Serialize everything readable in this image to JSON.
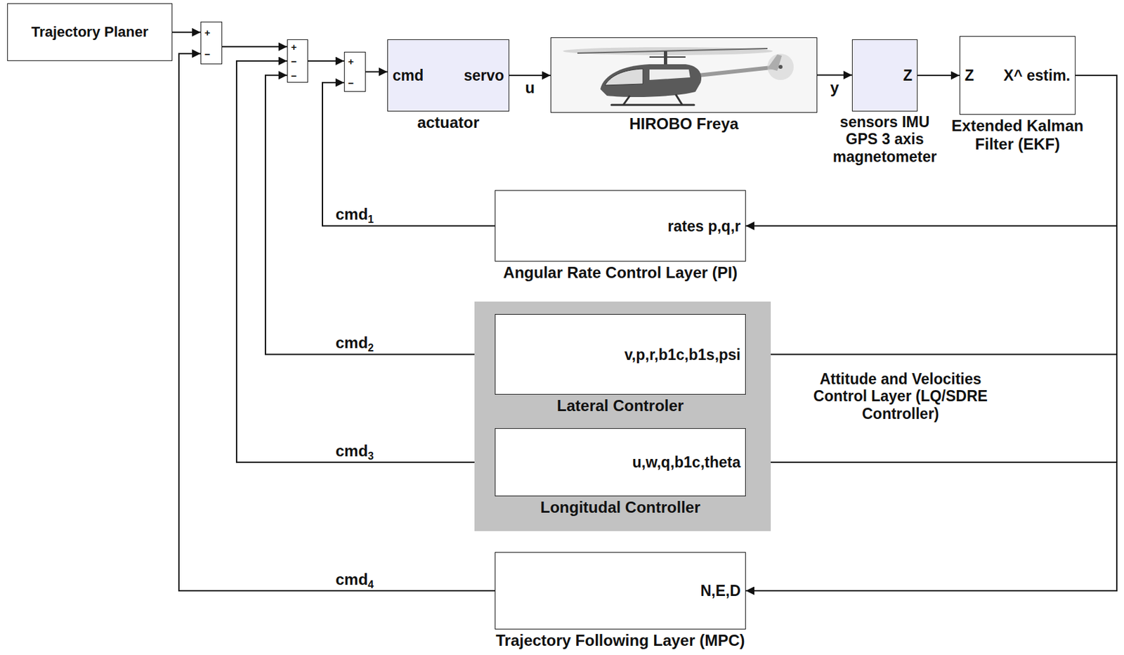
{
  "diagram": {
    "nodes": [
      {
        "text": [
          "Trajectory Planer"
        ]
      },
      {
        "text": [
          "+",
          "−"
        ]
      },
      {
        "text": [
          "+",
          "−",
          "−"
        ]
      },
      {
        "text": [
          "+",
          "−"
        ]
      },
      {
        "text": [
          "cmd",
          "servo",
          "actuator"
        ]
      },
      {
        "text": [
          "HIROBO Freya"
        ]
      },
      {
        "text": [
          "Z",
          "sensors IMU GPS 3 axis magnetometer"
        ]
      },
      {
        "text": [
          "Z",
          "X^ estim.",
          "Extended Kalman Filter (EKF)"
        ]
      },
      {
        "text": [
          "rates p,q,r",
          "Angular Rate Control Layer (PI)"
        ]
      },
      {
        "text": [
          "Attitude and Velocities Control Layer (LQ/SDRE Controller)"
        ]
      },
      {
        "text": [
          "v,p,r,b1c,b1s,psi",
          "Lateral Controler"
        ],
        "in": 9
      },
      {
        "text": [
          "u,w,q,b1c,theta",
          "Longitudal Controller"
        ],
        "in": 9
      },
      {
        "text": [
          "N,E,D",
          "Trajectory Following Layer (MPC)"
        ]
      }
    ],
    "edges": [
      {
        "from": 0,
        "to": 1,
        "arrow": "to"
      },
      {
        "from": 1,
        "to": 2,
        "arrow": "to"
      },
      {
        "from": 2,
        "to": 3,
        "arrow": "to"
      },
      {
        "from": 3,
        "to": 4,
        "arrow": "to"
      },
      {
        "from": 4,
        "to": 5,
        "label": "u",
        "arrow": "to"
      },
      {
        "from": 5,
        "to": 6,
        "label": "y",
        "arrow": "to"
      },
      {
        "from": 6,
        "to": 7,
        "arrow": "to"
      },
      {
        "from": 7,
        "to": 8,
        "arrow": "to"
      },
      {
        "from": 7,
        "to": 10,
        "arrow": "to"
      },
      {
        "from": 7,
        "to": 11,
        "arrow": "to"
      },
      {
        "from": 7,
        "to": 12,
        "arrow": "to"
      },
      {
        "from": 8,
        "to": 3,
        "label": "cmd1",
        "arrow": "to"
      },
      {
        "from": 10,
        "to": 2,
        "label": "cmd2",
        "arrow": "to"
      },
      {
        "from": 11,
        "to": 2,
        "label": "cmd3",
        "arrow": "to"
      },
      {
        "from": 12,
        "to": 1,
        "label": "cmd4",
        "arrow": "to"
      }
    ]
  }
}
